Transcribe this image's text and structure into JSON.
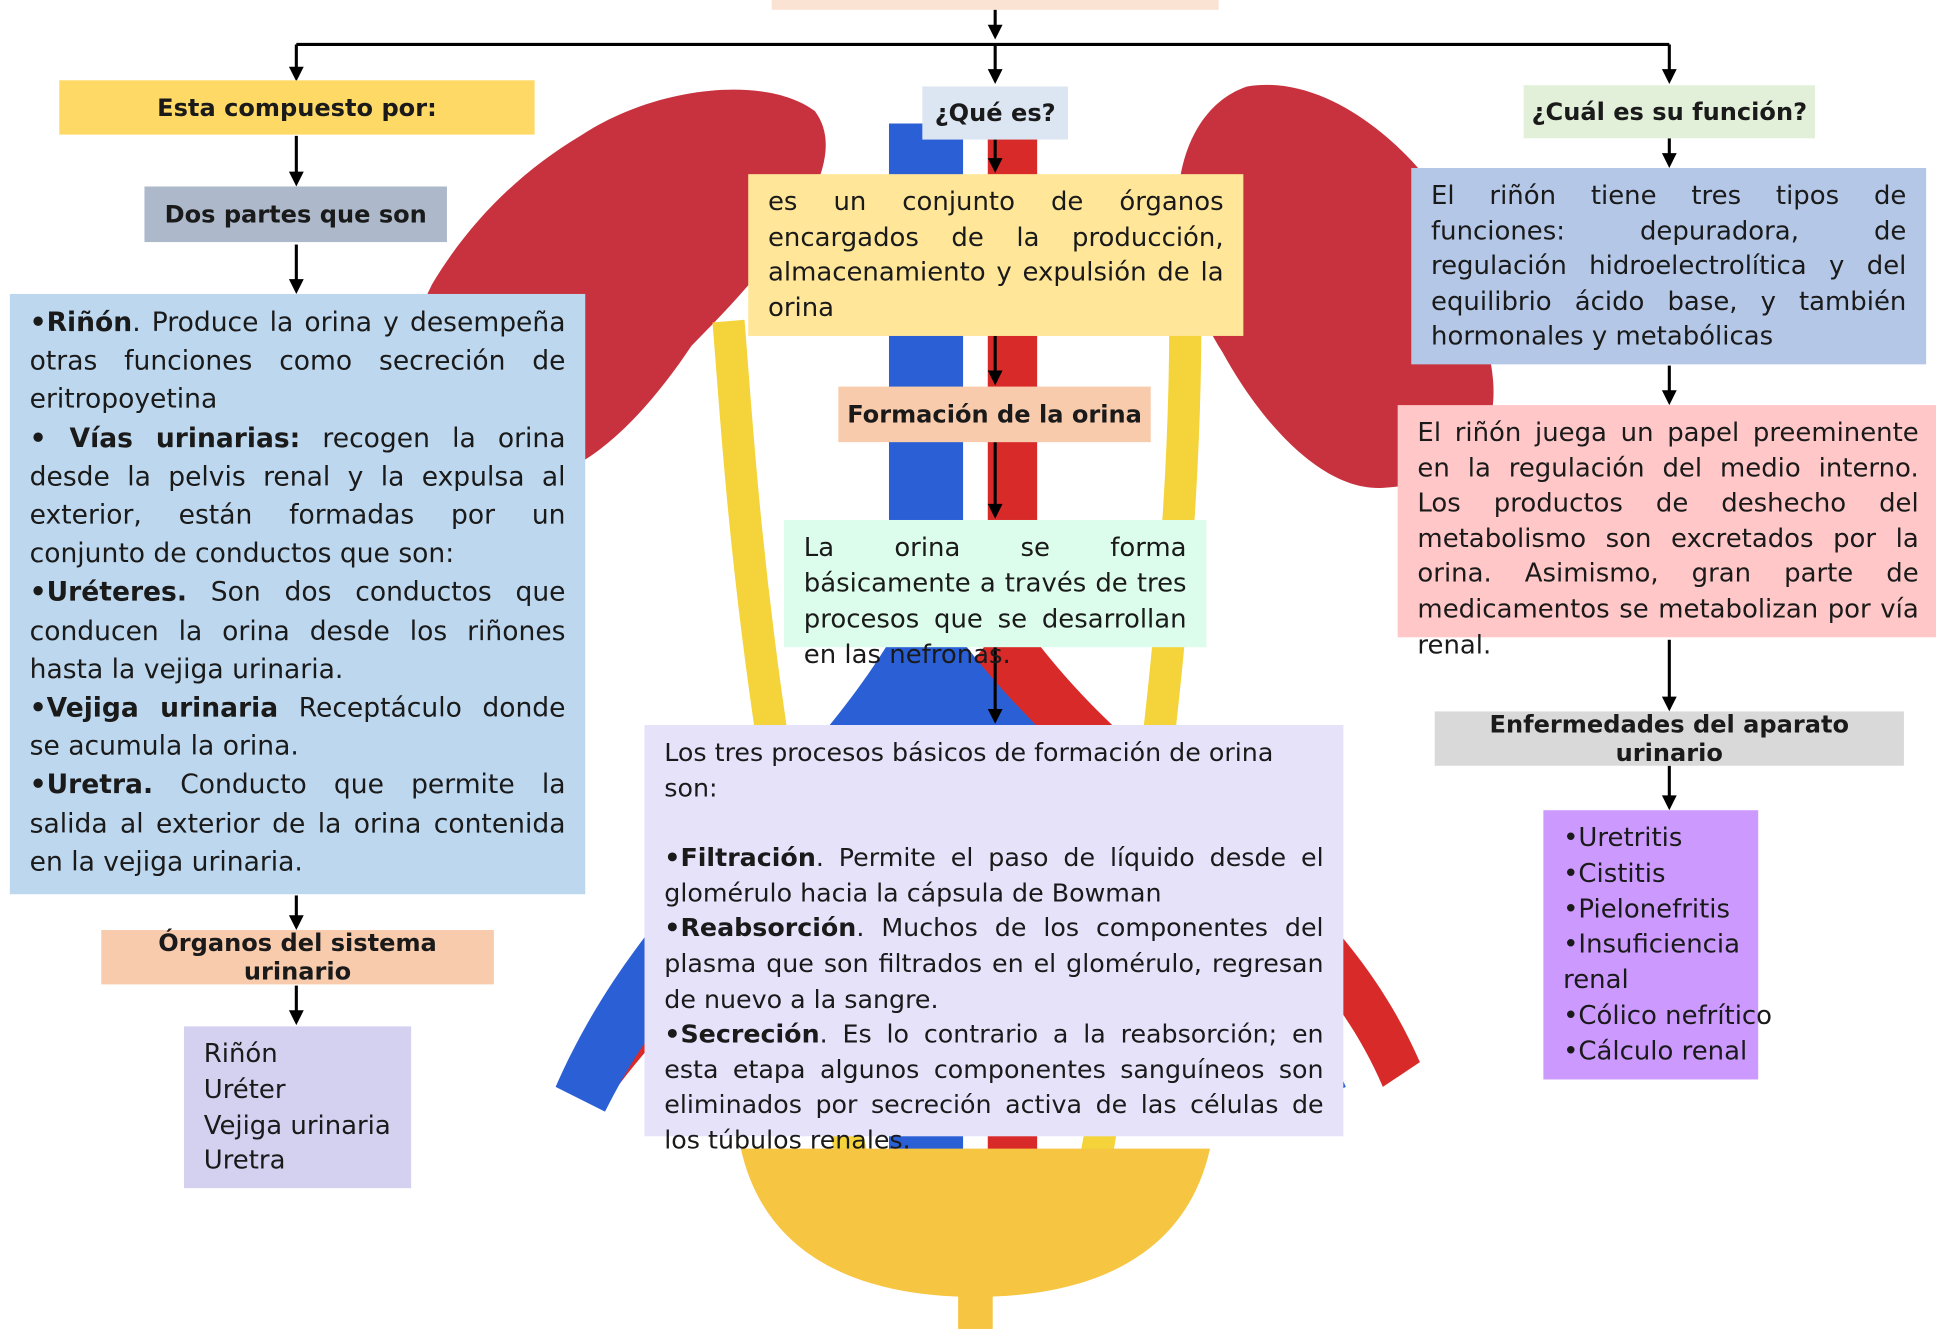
{
  "colors": {
    "yellow_box": "#ffd966",
    "light_yellow_box": "#ffe699",
    "blue_gray_box": "#adb9ca",
    "light_blue_box": "#bdd7ee",
    "peach_box": "#f8cbad",
    "lavender_box": "#d3d0f0",
    "blue_box": "#b4c7e7",
    "pink_box": "#ffc7c7",
    "mint_box": "#dcfcec",
    "light_lavender_box": "#e6e2fa",
    "light_green_box": "#e2f0d9",
    "gray_box": "#d9d9d9",
    "purple_box": "#cc99ff",
    "kidney_red": "#c8323e",
    "vein_blue": "#2a5fd6",
    "ureter_yellow": "#f4d43a"
  },
  "left": {
    "composed_header": "Esta compuesto por:",
    "two_parts_header": "Dos partes que son",
    "parts": {
      "rinon_title": "•Riñón",
      "rinon_text": ". Produce la orina y desempeña otras funciones como secreción de eritropoyetina",
      "vias_title": "• Vías urinarias:",
      "vias_text": " recogen la orina desde la pelvis renal y la expulsa al exterior, están formadas por un conjunto de conductos que son:",
      "ureteres_title": "•Uréteres.",
      "ureteres_text": " Son dos conductos que conducen la orina desde los riñones hasta la vejiga urinaria.",
      "vejiga_title": "•Vejiga urinaria",
      "vejiga_text": " Receptáculo donde se acumula la orina.",
      "uretra_title": "•Uretra.",
      "uretra_text": " Conducto que permite la salida al exterior de la orina contenida en la vejiga urinaria."
    },
    "organs_header": "Órganos del sistema urinario",
    "organs": [
      "Riñón",
      "Uréter",
      "Vejiga urinaria",
      "Uretra"
    ]
  },
  "center": {
    "what_header": "¿Qué es?",
    "what_text": "es un conjunto de órganos encargados de la producción, almacenamiento y expulsión de la orina",
    "formation_header": "Formación de la orina",
    "formation_text": "La orina se forma básicamente a través de tres procesos que se desarrollan en las nefronas.",
    "processes": {
      "intro": "Los tres procesos básicos de formación de orina son:",
      "filtracion_title": "•Filtración",
      "filtracion_text": ". Permite el paso de líquido desde el glomérulo hacia la cápsula de Bowman",
      "reabsorcion_title": "•Reabsorción",
      "reabsorcion_text": ". Muchos de los componentes del plasma que son filtrados en el glomérulo, regresan de nuevo a la sangre.",
      "secrecion_title": "•Secreción",
      "secrecion_text": ". Es lo contrario a la reabsorción; en esta etapa algunos componentes sanguíneos son eliminados por secreción activa de las células de los túbulos renales."
    }
  },
  "right": {
    "function_header": "¿Cuál es su función?",
    "function_text": "El riñón tiene tres tipos de funciones: depuradora, de regulación hidroelectrolítica y del equilibrio ácido base, y también hormonales y metabólicas",
    "role_text": "El riñón juega un papel preeminente en la regulación del medio interno. Los productos de deshecho del metabolismo son excretados por la orina. Asimismo, gran parte de medicamentos se metabolizan por vía renal.",
    "diseases_header": "Enfermedades del aparato urinario",
    "diseases": [
      "•Uretritis",
      "•Cistitis",
      "•Pielonefritis",
      "•Insuficiencia",
      "renal",
      "•Cólico nefrítico",
      "•Cálculo renal"
    ]
  }
}
